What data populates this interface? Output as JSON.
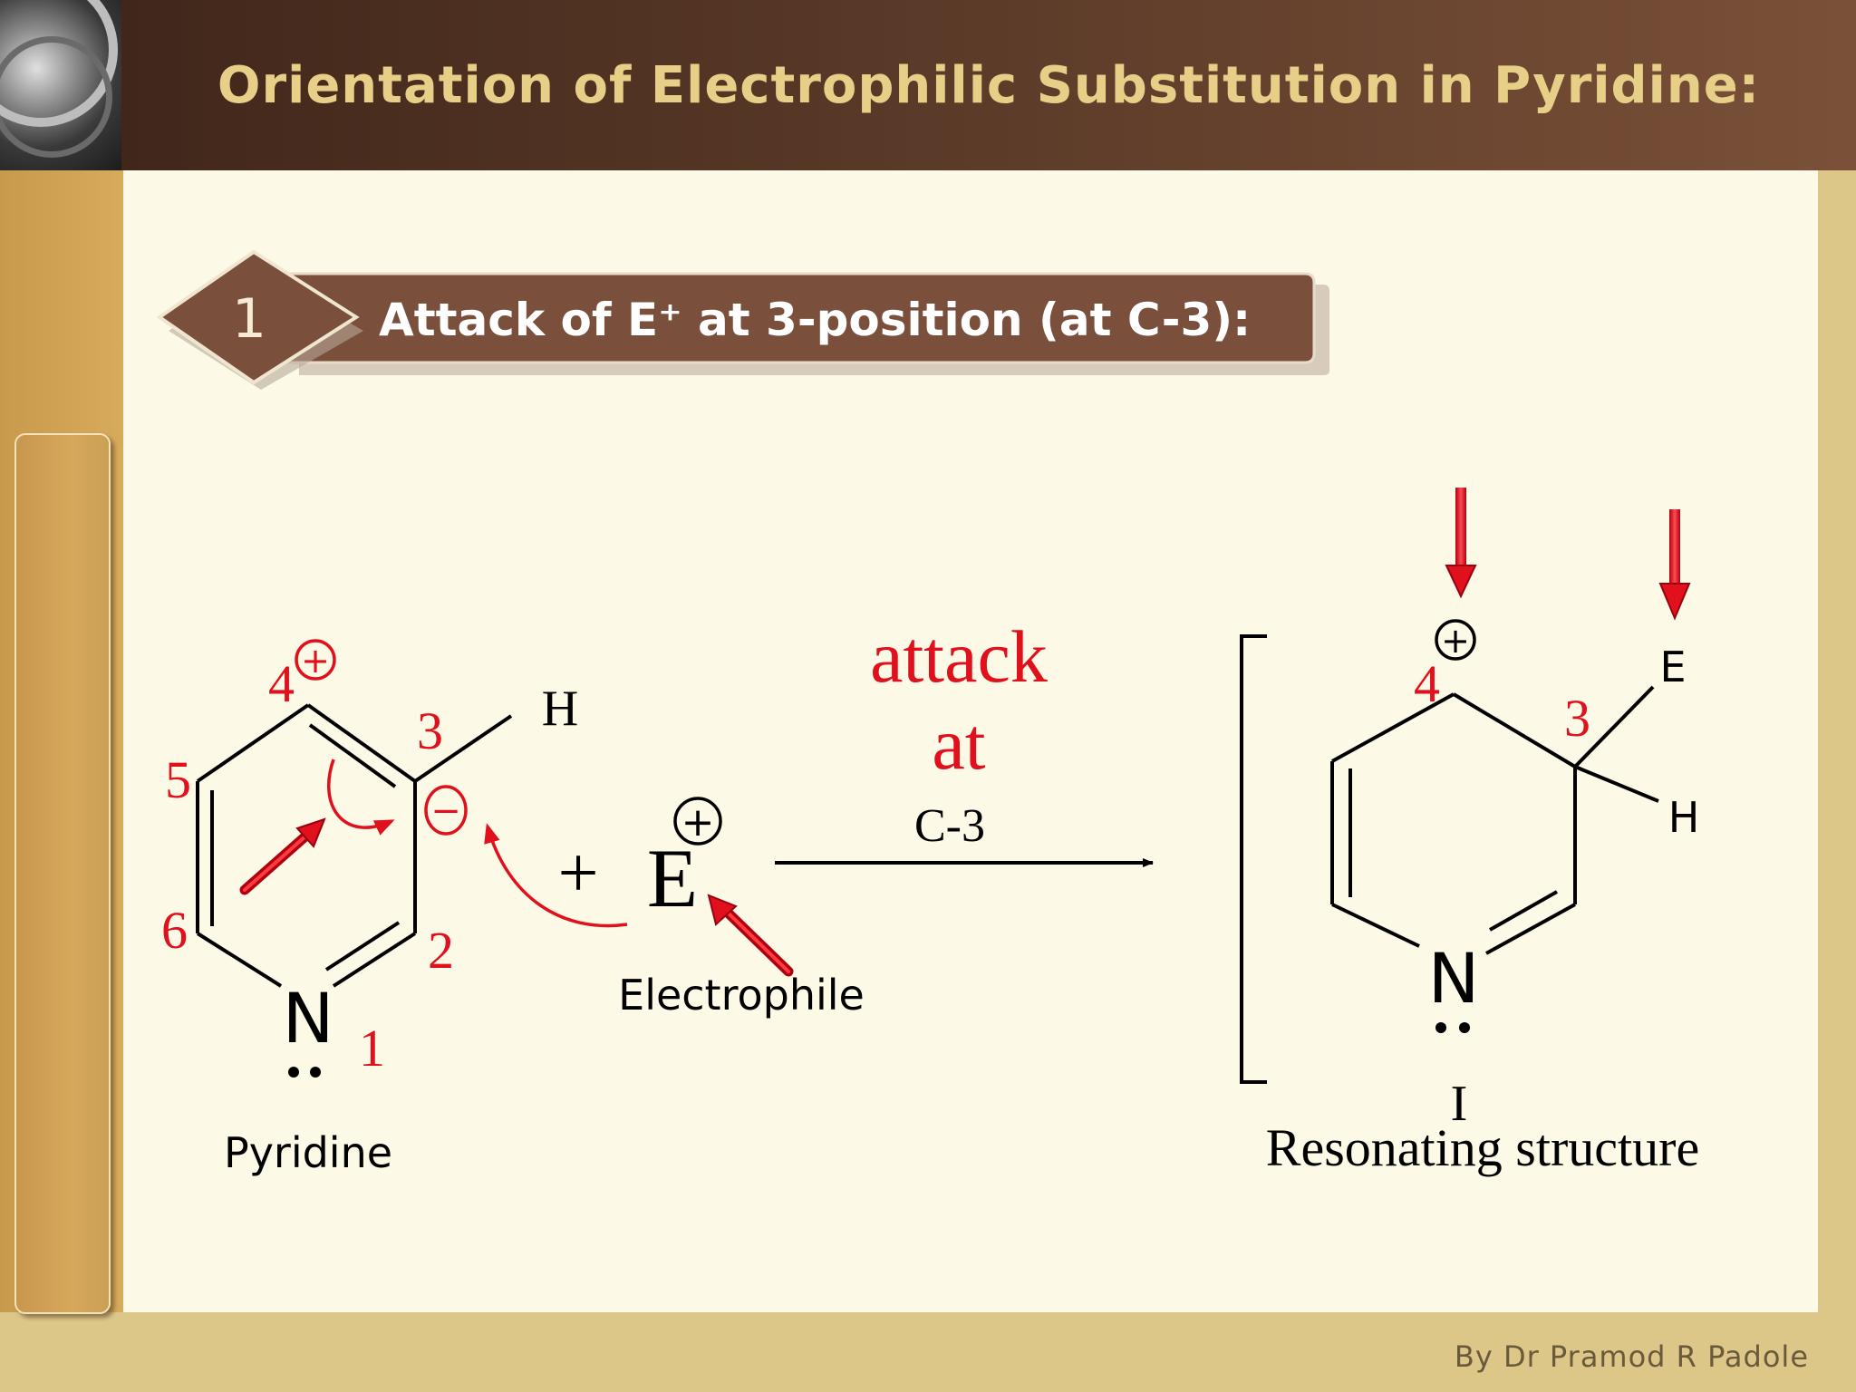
{
  "slide": {
    "title": "Orientation of Electrophilic Substitution in Pyridine:",
    "step_number": "1",
    "step_heading": "Attack of E⁺ at 3-position (at C-3):",
    "footer": "By Dr Pramod R Padole"
  },
  "reactant": {
    "name": "Pyridine",
    "atom_labels": {
      "n1": "1",
      "c2": "2",
      "c3": "3",
      "c4": "4",
      "c5": "5",
      "c6": "6"
    },
    "nitrogen": "N",
    "hydrogen": "H",
    "plus_charge": "+",
    "minus_charge": "−"
  },
  "electrophile": {
    "plus_sign": "+",
    "symbol": "E",
    "charge": "+",
    "label": "Electrophile"
  },
  "reaction_arrow": {
    "line1": "attack",
    "line2": "at",
    "line3": "C-3"
  },
  "product": {
    "nitrogen": "N",
    "label_c4": "4",
    "label_c3": "3",
    "substituent_e": "E",
    "substituent_h": "H",
    "charge": "+",
    "numeral": "I",
    "caption": "Resonating structure"
  },
  "colors": {
    "header_dark": "#3d2419",
    "header_light": "#7a5038",
    "title_text": "#e8cf88",
    "content_bg": "#fcf9e6",
    "accent_red": "#e0101c",
    "banner_brown": "#7a4f3c"
  }
}
